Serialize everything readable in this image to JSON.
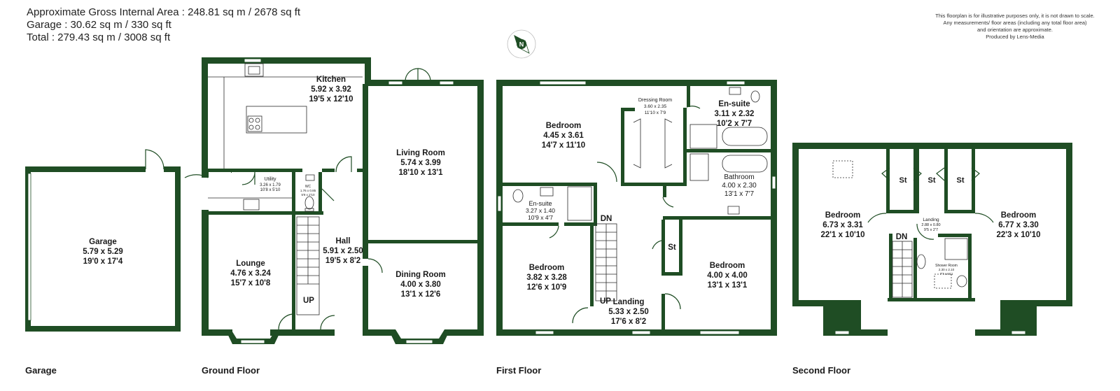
{
  "header": {
    "area_line": "Approximate Gross Internal Area : 248.81 sq m / 2678 sq ft",
    "garage_line": "Garage : 30.62 sq m / 330 sq ft",
    "total_line": "Total : 279.43 sq m / 3008 sq ft"
  },
  "disclaimer": {
    "line1": "This floorplan is for illustrative purposes only, it is not drawn to scale.",
    "line2": "Any measurements/ floor areas (including any total floor area)",
    "line3": "and orientation are approximate.",
    "line4": "Produced by Lens-Media"
  },
  "compass": {
    "letter": "N"
  },
  "colors": {
    "wall": "#1f4d24",
    "text": "#1a1a1a"
  },
  "floors": [
    {
      "label": "Garage"
    },
    {
      "label": "Ground Floor"
    },
    {
      "label": "First Floor"
    },
    {
      "label": "Second Floor"
    }
  ],
  "rooms": {
    "garage": {
      "name": "Garage",
      "metric": "5.79 x 5.29",
      "imperial": "19'0 x 17'4"
    },
    "kitchen": {
      "name": "Kitchen",
      "metric": "5.92 x 3.92",
      "imperial": "19'5 x 12'10"
    },
    "living": {
      "name": "Living Room",
      "metric": "5.74 x 3.99",
      "imperial": "18'10 x 13'1"
    },
    "utility": {
      "name": "Utility",
      "metric": "3.26 x 1.79",
      "imperial": "10'8 x 5'10"
    },
    "wc": {
      "name": "WC",
      "metric": "1.76 x 0.85",
      "imperial": "5'9 x 2'10"
    },
    "lounge": {
      "name": "Lounge",
      "metric": "4.76 x 3.24",
      "imperial": "15'7 x 10'8"
    },
    "hall": {
      "name": "Hall",
      "metric": "5.91 x 2.50",
      "imperial": "19'5 x 8'2"
    },
    "dining": {
      "name": "Dining Room",
      "metric": "4.00 x 3.80",
      "imperial": "13'1 x 12'6"
    },
    "ff_bed_main": {
      "name": "Bedroom",
      "metric": "4.45 x 3.61",
      "imperial": "14'7 x 11'10"
    },
    "dressing": {
      "name": "Dressing Room",
      "metric": "3.60 x 2.35",
      "imperial": "11'10 x 7'9"
    },
    "ff_ensuite_main": {
      "name": "En-suite",
      "metric": "3.11 x 2.32",
      "imperial": "10'2 x 7'7"
    },
    "ff_ensuite_2": {
      "name": "En-suite",
      "metric": "3.27 x 1.40",
      "imperial": "10'9 x 4'7"
    },
    "bathroom": {
      "name": "Bathroom",
      "metric": "4.00 x 2.30",
      "imperial": "13'1 x 7'7"
    },
    "ff_bed_2": {
      "name": "Bedroom",
      "metric": "3.82 x 3.28",
      "imperial": "12'6 x 10'9"
    },
    "ff_landing": {
      "name": "Landing",
      "metric": "5.33 x 2.50",
      "imperial": "17'6 x 8'2"
    },
    "ff_bed_3": {
      "name": "Bedroom",
      "metric": "4.00 x 4.00",
      "imperial": "13'1 x 13'1"
    },
    "sf_bed_left": {
      "name": "Bedroom",
      "metric": "6.73 x 3.31",
      "imperial": "22'1 x 10'10"
    },
    "sf_bed_right": {
      "name": "Bedroom",
      "metric": "6.77 x 3.30",
      "imperial": "22'3 x 10'10"
    },
    "sf_landing": {
      "name": "Landing",
      "metric": "2.88 x 0.80",
      "imperial": "9'5 x 2'7"
    },
    "shower": {
      "name": "Shower Room",
      "metric": "2.30 x 2.10",
      "imperial": "7'7 x 6'11"
    }
  },
  "stair_labels": {
    "up": "UP",
    "down": "DN",
    "store": "St"
  }
}
